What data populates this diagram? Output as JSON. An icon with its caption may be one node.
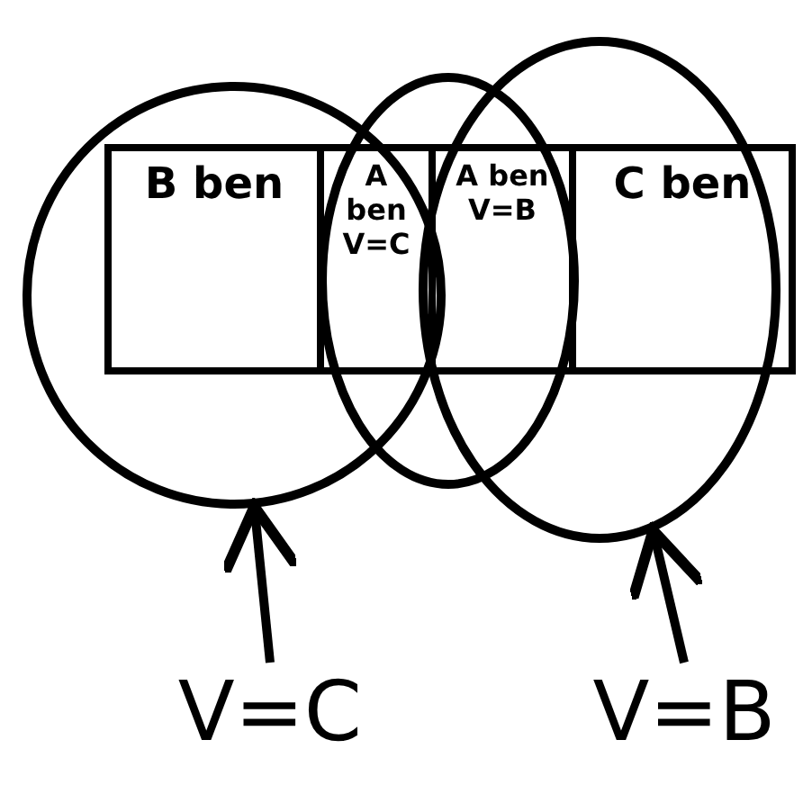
{
  "diagram": {
    "nodes": [
      {
        "text": [],
        "shape": "circle"
      },
      {
        "text": [],
        "shape": "circle"
      },
      {
        "text": [],
        "shape": "circle"
      },
      {
        "text": [
          "B ben"
        ],
        "in": 0
      },
      {
        "text": [
          "A ben V=C"
        ]
      },
      {
        "text": [
          "A ben V=B"
        ]
      },
      {
        "text": [
          "C ben"
        ]
      },
      {
        "text": [
          "V=C"
        ]
      },
      {
        "text": [
          "V=B"
        ]
      }
    ],
    "edges": [
      {
        "from": 7,
        "to": 0,
        "arrow": "to"
      },
      {
        "from": 8,
        "to": 2,
        "arrow": "to"
      }
    ]
  }
}
